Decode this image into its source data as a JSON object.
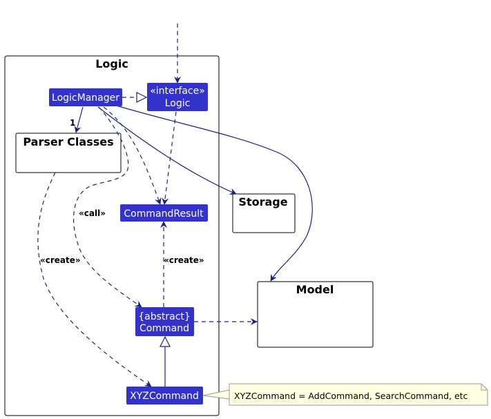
{
  "packages": {
    "logic_title": "Logic",
    "parser_title": "Parser Classes",
    "storage_title": "Storage",
    "model_title": "Model"
  },
  "classes": {
    "logic_manager": "LogicManager",
    "logic_interface_stereotype": "«interface»",
    "logic_interface_name": "Logic",
    "command_result": "CommandResult",
    "command_stereotype": "{abstract}",
    "command_name": "Command",
    "xyz_command": "XYZCommand"
  },
  "labels": {
    "multiplicity": "1",
    "call": "«call»",
    "create_left": "«create»",
    "create_right": "«create»"
  },
  "note": {
    "text": "XYZCommand = AddCommand, SearchCommand, etc"
  },
  "colors": {
    "class_fill": "#3333cc",
    "edge": "#1a237e",
    "note_fill": "#fefee0"
  }
}
